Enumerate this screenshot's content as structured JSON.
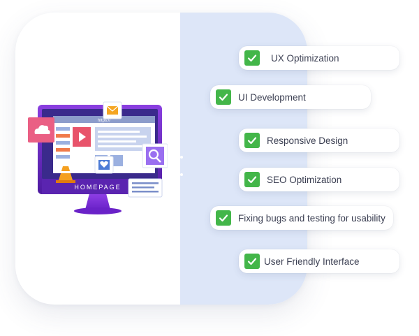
{
  "illustration": {
    "monitor_label": "HOMEPAGE",
    "url_text": "https://"
  },
  "features": [
    {
      "label": "UX Optimization"
    },
    {
      "label": "UI Development"
    },
    {
      "label": "Responsive Design"
    },
    {
      "label": "SEO Optimization"
    },
    {
      "label": "Fixing bugs and testing for usability"
    },
    {
      "label": "User Friendly Interface"
    }
  ],
  "colors": {
    "check_green": "#43b649",
    "monitor_purple": "#7b2fd0",
    "panel_blue": "#dde6f8"
  }
}
